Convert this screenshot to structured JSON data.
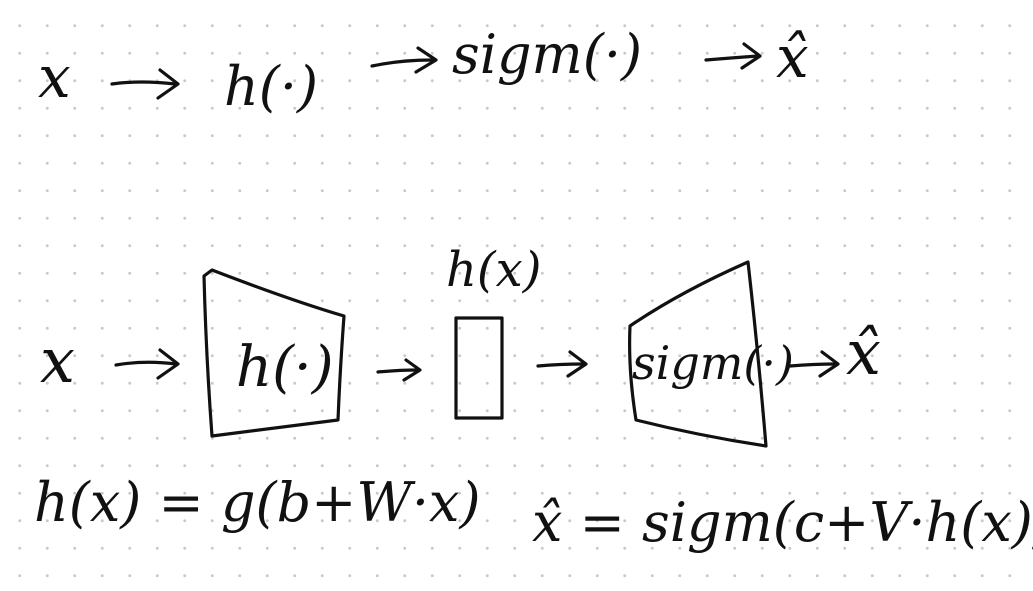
{
  "pipeline": {
    "input": "x",
    "encoder": "h(·)",
    "decoder": "sigm(·)",
    "output": "x̂"
  },
  "diagram": {
    "input": "x",
    "encoder_label": "h(·)",
    "code_label": "h(x)",
    "decoder_label": "sigm(·)",
    "output": "x̂"
  },
  "equations": {
    "hidden": "h(x) = g(b+W·x)",
    "reconstruction": "x̂  = sigm(c+V·h(x))"
  }
}
